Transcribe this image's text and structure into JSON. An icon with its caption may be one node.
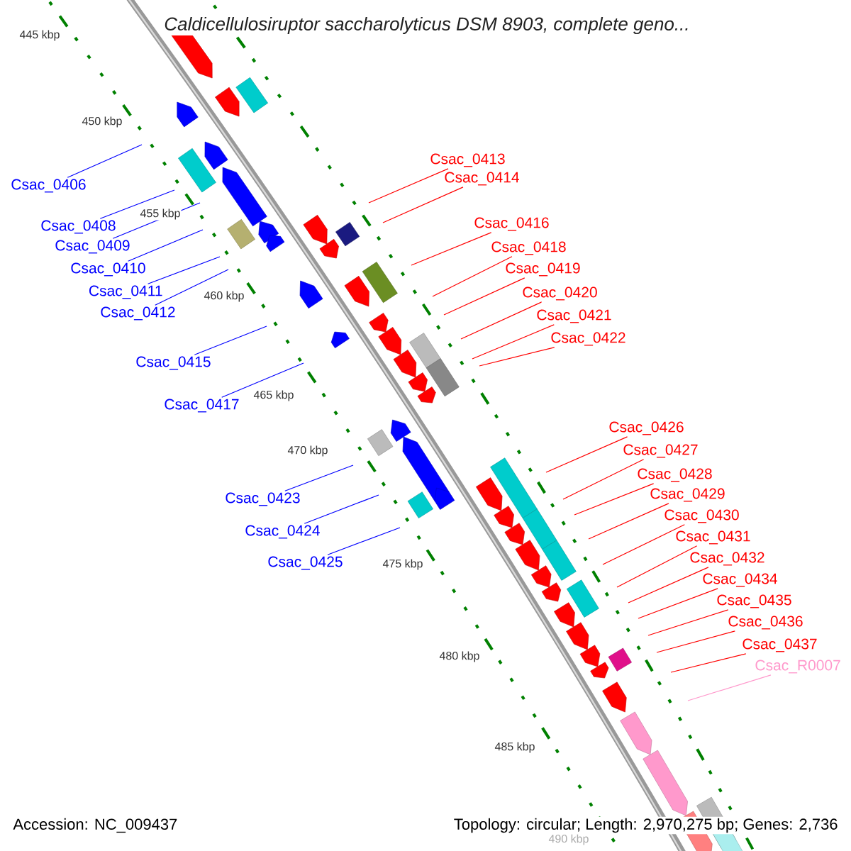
{
  "diagram": {
    "title": "Caldicellulosiruptor saccharolyticus DSM 8903, complete geno...",
    "nodes": [
      {
        "text": [
          "Csac_0406"
        ]
      },
      {
        "text": [
          "Csac_0408"
        ]
      },
      {
        "text": [
          "Csac_0409"
        ]
      },
      {
        "text": [
          "Csac_0410"
        ]
      },
      {
        "text": [
          "Csac_0411"
        ]
      },
      {
        "text": [
          "Csac_0412"
        ]
      },
      {
        "text": [
          "Csac_0415"
        ]
      },
      {
        "text": [
          "Csac_0417"
        ]
      },
      {
        "text": [
          "Csac_0423"
        ]
      },
      {
        "text": [
          "Csac_0424"
        ]
      },
      {
        "text": [
          "Csac_0425"
        ]
      },
      {
        "text": [
          "Csac_0413"
        ]
      },
      {
        "text": [
          "Csac_0414"
        ]
      },
      {
        "text": [
          "Csac_0416"
        ]
      },
      {
        "text": [
          "Csac_0418"
        ]
      },
      {
        "text": [
          "Csac_0419"
        ]
      },
      {
        "text": [
          "Csac_0420"
        ]
      },
      {
        "text": [
          "Csac_0421"
        ]
      },
      {
        "text": [
          "Csac_0422"
        ]
      },
      {
        "text": [
          "Csac_0426"
        ]
      },
      {
        "text": [
          "Csac_0427"
        ]
      },
      {
        "text": [
          "Csac_0428"
        ]
      },
      {
        "text": [
          "Csac_0429"
        ]
      },
      {
        "text": [
          "Csac_0430"
        ]
      },
      {
        "text": [
          "Csac_0431"
        ]
      },
      {
        "text": [
          "Csac_0432"
        ]
      },
      {
        "text": [
          "Csac_0434"
        ]
      },
      {
        "text": [
          "Csac_0435"
        ]
      },
      {
        "text": [
          "Csac_0436"
        ]
      },
      {
        "text": [
          "Csac_0437"
        ]
      },
      {
        "text": [
          "Csac_R0007"
        ]
      }
    ],
    "edges": [
      {
        "from": 0,
        "to": null,
        "arrow": "none",
        "color": "#0000ff"
      },
      {
        "from": 1,
        "to": null,
        "arrow": "none",
        "color": "#0000ff"
      },
      {
        "from": 2,
        "to": null,
        "arrow": "none",
        "color": "#0000ff"
      },
      {
        "from": 3,
        "to": null,
        "arrow": "none",
        "color": "#0000ff"
      },
      {
        "from": 4,
        "to": null,
        "arrow": "none",
        "color": "#0000ff"
      },
      {
        "from": 5,
        "to": null,
        "arrow": "none",
        "color": "#0000ff"
      },
      {
        "from": 6,
        "to": null,
        "arrow": "none",
        "color": "#0000ff"
      },
      {
        "from": 7,
        "to": null,
        "arrow": "none",
        "color": "#0000ff"
      },
      {
        "from": 8,
        "to": null,
        "arrow": "none",
        "color": "#0000ff"
      },
      {
        "from": 9,
        "to": null,
        "arrow": "none",
        "color": "#0000ff"
      },
      {
        "from": 10,
        "to": null,
        "arrow": "none",
        "color": "#0000ff"
      },
      {
        "from": 11,
        "to": null,
        "arrow": "none"
      },
      {
        "from": 12,
        "to": null,
        "arrow": "none"
      },
      {
        "from": 13,
        "to": null,
        "arrow": "none"
      },
      {
        "from": 14,
        "to": null,
        "arrow": "none"
      },
      {
        "from": 15,
        "to": null,
        "arrow": "none"
      },
      {
        "from": 16,
        "to": null,
        "arrow": "none"
      },
      {
        "from": 17,
        "to": null,
        "arrow": "none"
      },
      {
        "from": 18,
        "to": null,
        "arrow": "none"
      },
      {
        "from": 19,
        "to": null,
        "arrow": "none"
      },
      {
        "from": 20,
        "to": null,
        "arrow": "none"
      },
      {
        "from": 21,
        "to": null,
        "arrow": "none"
      },
      {
        "from": 22,
        "to": null,
        "arrow": "none"
      },
      {
        "from": 23,
        "to": null,
        "arrow": "none"
      },
      {
        "from": 24,
        "to": null,
        "arrow": "none"
      },
      {
        "from": 25,
        "to": null,
        "arrow": "none"
      },
      {
        "from": 26,
        "to": null,
        "arrow": "none"
      },
      {
        "from": 27,
        "to": null,
        "arrow": "none"
      },
      {
        "from": 28,
        "to": null,
        "arrow": "none"
      },
      {
        "from": 29,
        "to": null,
        "arrow": "none"
      },
      {
        "from": 30,
        "to": null,
        "arrow": "none",
        "color": "#ff99cc"
      }
    ],
    "labels": [
      "445 kbp",
      "450 kbp",
      "455 kbp",
      "460 kbp",
      "465 kbp",
      "470 kbp",
      "475 kbp",
      "480 kbp",
      "485 kbp",
      "490 kbp",
      "Accession: NC_009437",
      "Topology: circular; Length: 2,970,275 bp; Genes: 2,736"
    ]
  }
}
